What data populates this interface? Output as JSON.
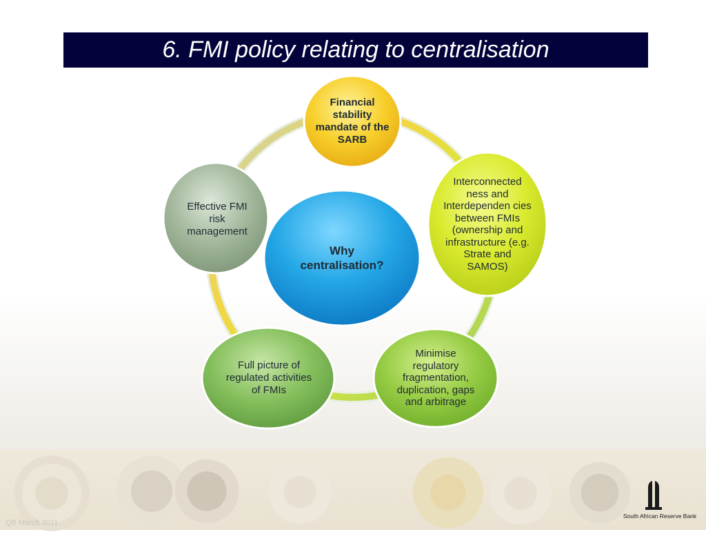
{
  "slide": {
    "title": "6. FMI policy relating to centralisation",
    "footer_left": "QB March 2011",
    "logo_text": "South African Reserve Bank",
    "logo_icon": "sarb-logo-icon"
  },
  "diagram": {
    "center": {
      "label": "Why centralisation?",
      "color": "#1a9ee0"
    },
    "nodes": [
      {
        "id": "financial-stability",
        "label": "Financial stability mandate of the SARB",
        "color": "#f3c21a",
        "bold": true
      },
      {
        "id": "interconnectedness",
        "label": "Interconnected ness and Interdependen cies between FMIs (ownership and infrastructure (e.g. Strate and SAMOS)",
        "color": "#d6e62a",
        "bold": false
      },
      {
        "id": "minimise-fragmentation",
        "label": "Minimise regulatory fragmentation, duplication, gaps and arbitrage",
        "color": "#8fc63c",
        "bold": false
      },
      {
        "id": "full-picture",
        "label": "Full picture of regulated activities of FMIs",
        "color": "#7ab85a",
        "bold": false
      },
      {
        "id": "risk-management",
        "label": "Effective FMI risk management",
        "color": "#93ab8c",
        "bold": false
      }
    ]
  }
}
